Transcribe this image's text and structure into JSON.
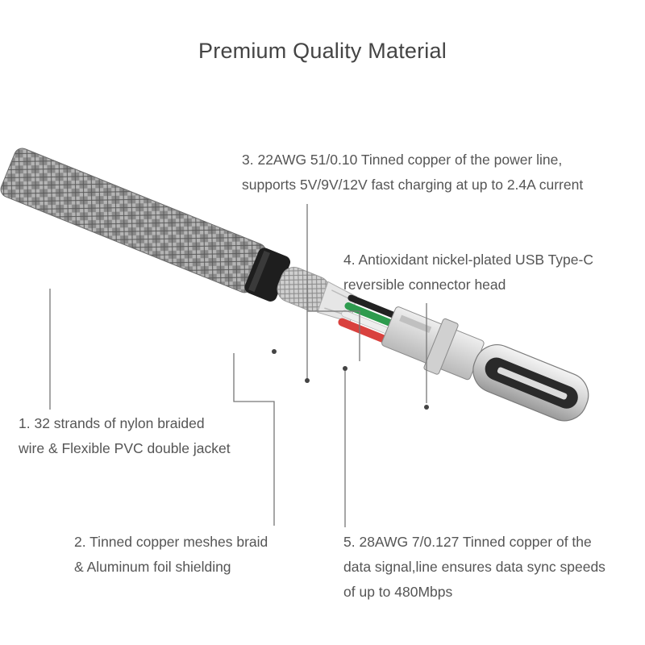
{
  "title": "Premium Quality Material",
  "callouts": {
    "c1": {
      "line1": "1. 32 strands of nylon braided",
      "line2": "wire & Flexible PVC double jacket"
    },
    "c2": {
      "line1": "2. Tinned copper meshes braid",
      "line2": "& Aluminum foil shielding"
    },
    "c3": {
      "line1": "3. 22AWG 51/0.10 Tinned copper of the power line,",
      "line2": "supports 5V/9V/12V fast charging at up to 2.4A current"
    },
    "c4": {
      "line1": "4. Antioxidant nickel-plated USB Type-C",
      "line2": "reversible connector head"
    },
    "c5": {
      "line1": "5. 28AWG 7/0.127 Tinned copper of the",
      "line2": "data signal,line ensures data sync speeds",
      "line3": "of up to 480Mbps"
    }
  },
  "colors": {
    "braid": "#8c8c8c",
    "jacket": "#1e1e1e",
    "wire_green": "#2e9b4e",
    "wire_red": "#d9413e",
    "wire_white": "#eeeeee",
    "wire_black": "#222222",
    "connector": "#d8d8d8",
    "leader_line": "#777777"
  }
}
